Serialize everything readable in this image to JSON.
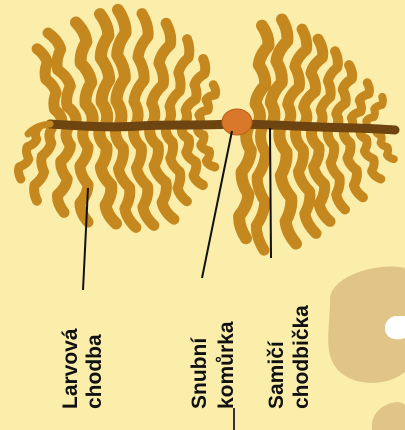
{
  "diagram": {
    "background_color": "#fbeeab",
    "gallery_color": "#c4881e",
    "main_gallery_color": "#6e4411",
    "chamber_color": "#d9772a",
    "blob_color": "#e0c488",
    "labels": {
      "larval": {
        "line1": "Larvová",
        "line2": "chodba"
      },
      "nuptial": {
        "line1": "Snubní",
        "line2": "komůrka"
      },
      "maternal": {
        "line1": "Samičí",
        "line2": "chodbička"
      }
    }
  }
}
